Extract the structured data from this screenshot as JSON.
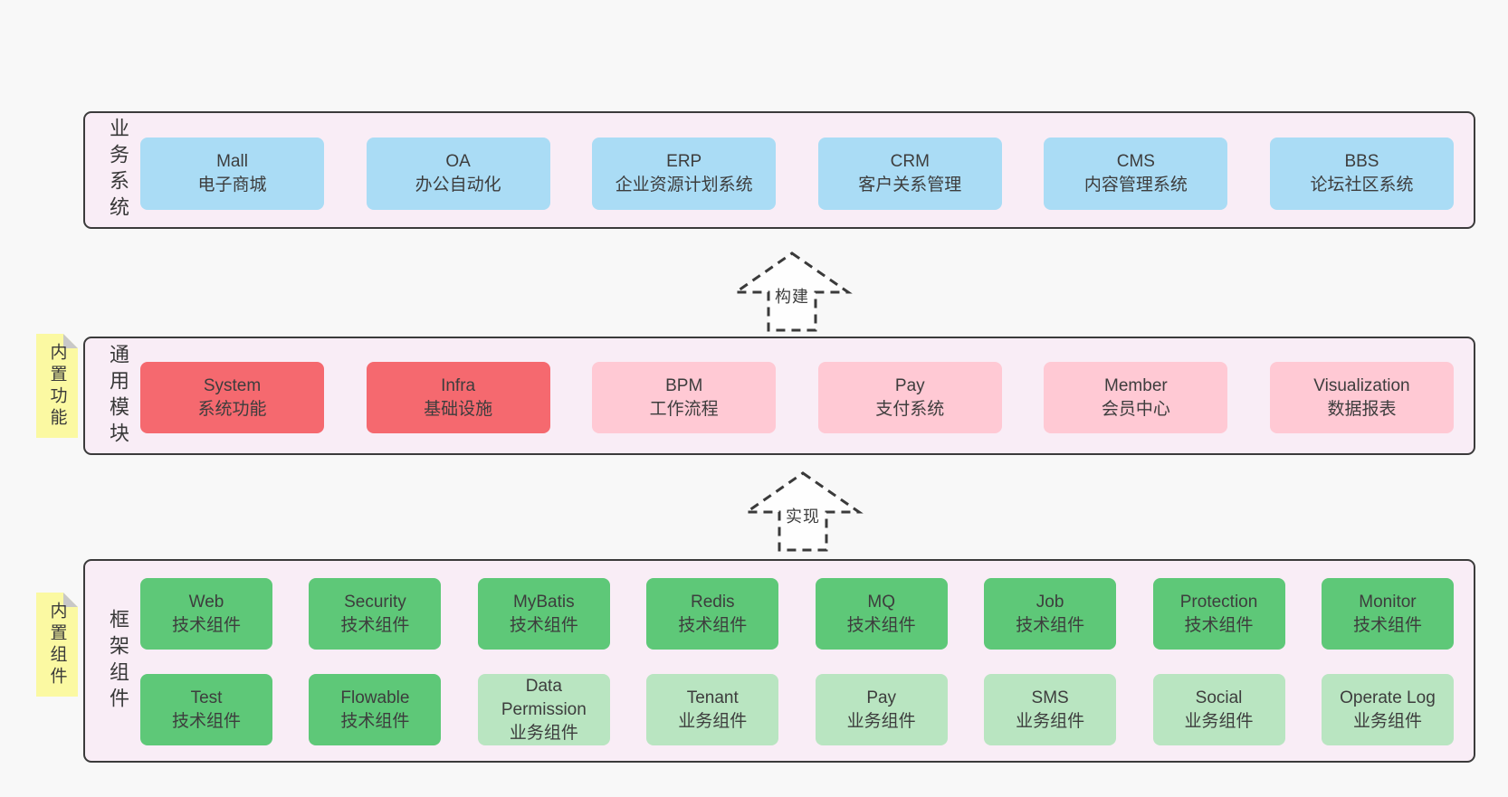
{
  "colors": {
    "container_bg": "#f9edf6",
    "container_border": "#3b3b3b",
    "blue": "#aadcf5",
    "red": "#f5696f",
    "pink": "#ffc9d4",
    "green": "#5ec878",
    "light_green": "#b9e5c1",
    "sticky_yellow": "#fbf9a2",
    "sticky_fold": "#c8c8c8",
    "arrow_stroke": "#3a3a3a"
  },
  "arrows": [
    {
      "label": "构建"
    },
    {
      "label": "实现"
    }
  ],
  "layers": {
    "business": {
      "label": "业务系统",
      "boxes": [
        {
          "title": "Mall",
          "subtitle": "电子商城",
          "variant": "blue"
        },
        {
          "title": "OA",
          "subtitle": "办公自动化",
          "variant": "blue"
        },
        {
          "title": "ERP",
          "subtitle": "企业资源计划系统",
          "variant": "blue"
        },
        {
          "title": "CRM",
          "subtitle": "客户关系管理",
          "variant": "blue"
        },
        {
          "title": "CMS",
          "subtitle": "内容管理系统",
          "variant": "blue"
        },
        {
          "title": "BBS",
          "subtitle": "论坛社区系统",
          "variant": "blue"
        }
      ]
    },
    "modules": {
      "label": "通用模块",
      "sticky": "内置功能",
      "boxes": [
        {
          "title": "System",
          "subtitle": "系统功能",
          "variant": "red"
        },
        {
          "title": "Infra",
          "subtitle": "基础设施",
          "variant": "red"
        },
        {
          "title": "BPM",
          "subtitle": "工作流程",
          "variant": "pink"
        },
        {
          "title": "Pay",
          "subtitle": "支付系统",
          "variant": "pink"
        },
        {
          "title": "Member",
          "subtitle": "会员中心",
          "variant": "pink"
        },
        {
          "title": "Visualization",
          "subtitle": "数据报表",
          "variant": "pink"
        }
      ]
    },
    "components": {
      "label": "框架组件",
      "sticky": "内置组件",
      "row1": [
        {
          "title": "Web",
          "subtitle": "技术组件",
          "variant": "green"
        },
        {
          "title": "Security",
          "subtitle": "技术组件",
          "variant": "green"
        },
        {
          "title": "MyBatis",
          "subtitle": "技术组件",
          "variant": "green"
        },
        {
          "title": "Redis",
          "subtitle": "技术组件",
          "variant": "green"
        },
        {
          "title": "MQ",
          "subtitle": "技术组件",
          "variant": "green"
        },
        {
          "title": "Job",
          "subtitle": "技术组件",
          "variant": "green"
        },
        {
          "title": "Protection",
          "subtitle": "技术组件",
          "variant": "green"
        },
        {
          "title": "Monitor",
          "subtitle": "技术组件",
          "variant": "green"
        }
      ],
      "row2": [
        {
          "title": "Test",
          "subtitle": "技术组件",
          "variant": "green"
        },
        {
          "title": "Flowable",
          "subtitle": "技术组件",
          "variant": "green"
        },
        {
          "title": "Data Permission",
          "subtitle": "业务组件",
          "variant": "light_green"
        },
        {
          "title": "Tenant",
          "subtitle": "业务组件",
          "variant": "light_green"
        },
        {
          "title": "Pay",
          "subtitle": "业务组件",
          "variant": "light_green"
        },
        {
          "title": "SMS",
          "subtitle": "业务组件",
          "variant": "light_green"
        },
        {
          "title": "Social",
          "subtitle": "业务组件",
          "variant": "light_green"
        },
        {
          "title": "Operate Log",
          "subtitle": "业务组件",
          "variant": "light_green"
        }
      ]
    }
  }
}
